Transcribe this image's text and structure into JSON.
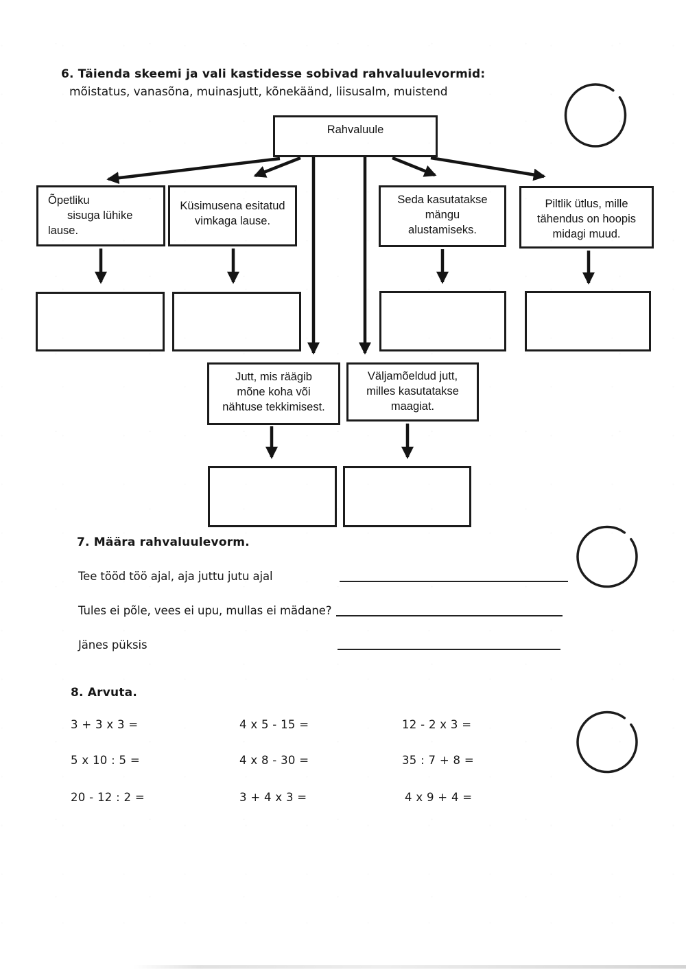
{
  "colors": {
    "ink": "#161616",
    "paper": "#ffffff"
  },
  "section6": {
    "heading": "6. Täienda skeemi ja vali kastidesse sobivad rahvaluulevormid:",
    "word_bank": "mõistatus, vanasõna, muinasjutt, kõnekäänd, liisusalm, muistend",
    "root_label": "Rahvaluule",
    "branch_descriptions": [
      {
        "lines": [
          "Õpetliku",
          "sisuga lühike",
          "lause."
        ]
      },
      {
        "lines": [
          "Küsimusena esitatud",
          "vimkaga lause."
        ]
      },
      {
        "lines": [
          "Seda kasutatakse",
          "mängu",
          "alustamiseks."
        ]
      },
      {
        "lines": [
          "Piltlik ütlus, mille",
          "tähendus on hoopis",
          "midagi muud."
        ]
      }
    ],
    "middle_descriptions": [
      {
        "lines": [
          "Jutt, mis räägib",
          "mõne koha või",
          "nähtuse tekkimisest."
        ]
      },
      {
        "lines": [
          "Väljamõeldud jutt,",
          "milles kasutatakse",
          "maagiat."
        ]
      }
    ]
  },
  "section7": {
    "heading": "7. Määra rahvaluulevorm.",
    "items": [
      {
        "prompt": "Tee tööd töö ajal, aja juttu jutu ajal"
      },
      {
        "prompt": "Tules ei põle, vees ei upu, mullas ei mädane?"
      },
      {
        "prompt": "Jänes püksis"
      }
    ]
  },
  "section8": {
    "heading": "8. Arvuta.",
    "problems": [
      [
        "3 + 3 x 3 =",
        "4 x 5 - 15 =",
        "12 - 2 x 3 ="
      ],
      [
        "5 x 10 : 5 =",
        "4 x 8 - 30 =",
        "35 : 7 + 8 ="
      ],
      [
        "20 - 12 : 2 =",
        "3 + 4 x 3 =",
        "4 x 9 + 4 ="
      ]
    ]
  }
}
